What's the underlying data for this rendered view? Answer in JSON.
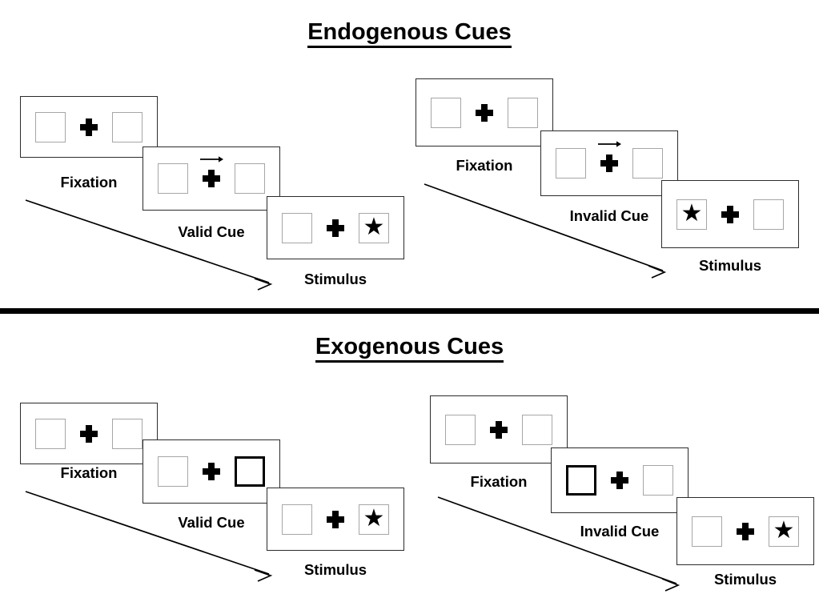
{
  "figure": {
    "type": "diagram",
    "description": "Posner spatial cueing paradigm trial sequences"
  },
  "sections": [
    {
      "title": "Endogenous Cues",
      "cue_type": "arrow",
      "sequences": [
        {
          "name": "valid",
          "panels": [
            {
              "label": "Fixation",
              "left_box": "empty",
              "right_box": "empty",
              "cue": "none"
            },
            {
              "label": "Valid Cue",
              "left_box": "empty",
              "right_box": "empty",
              "cue": "arrow-right"
            },
            {
              "label": "Stimulus",
              "left_box": "empty",
              "right_box": "star",
              "cue": "none"
            }
          ]
        },
        {
          "name": "invalid",
          "panels": [
            {
              "label": "Fixation",
              "left_box": "empty",
              "right_box": "empty",
              "cue": "none"
            },
            {
              "label": "Invalid Cue",
              "left_box": "empty",
              "right_box": "empty",
              "cue": "arrow-right"
            },
            {
              "label": "Stimulus",
              "left_box": "star",
              "right_box": "empty",
              "cue": "none"
            }
          ]
        }
      ]
    },
    {
      "title": "Exogenous Cues",
      "cue_type": "box-flash",
      "sequences": [
        {
          "name": "valid",
          "panels": [
            {
              "label": "Fixation",
              "left_box": "empty",
              "right_box": "empty",
              "cue": "none"
            },
            {
              "label": "Valid Cue",
              "left_box": "empty",
              "right_box": "cued",
              "cue": "none"
            },
            {
              "label": "Stimulus",
              "left_box": "empty",
              "right_box": "star",
              "cue": "none"
            }
          ]
        },
        {
          "name": "invalid",
          "panels": [
            {
              "label": "Fixation",
              "left_box": "empty",
              "right_box": "empty",
              "cue": "none"
            },
            {
              "label": "Invalid Cue",
              "left_box": "cued",
              "right_box": "empty",
              "cue": "none"
            },
            {
              "label": "Stimulus",
              "left_box": "empty",
              "right_box": "star",
              "cue": "none"
            }
          ]
        }
      ]
    }
  ],
  "icons": {
    "star": "★",
    "plus": "fixation-cross",
    "cue_arrow": "arrow-right"
  },
  "colors": {
    "ink": "#000000",
    "panel_border": "#2b2b2b",
    "box_border": "#a6a6a6",
    "cued_box_border": "#000000",
    "background": "#ffffff"
  }
}
